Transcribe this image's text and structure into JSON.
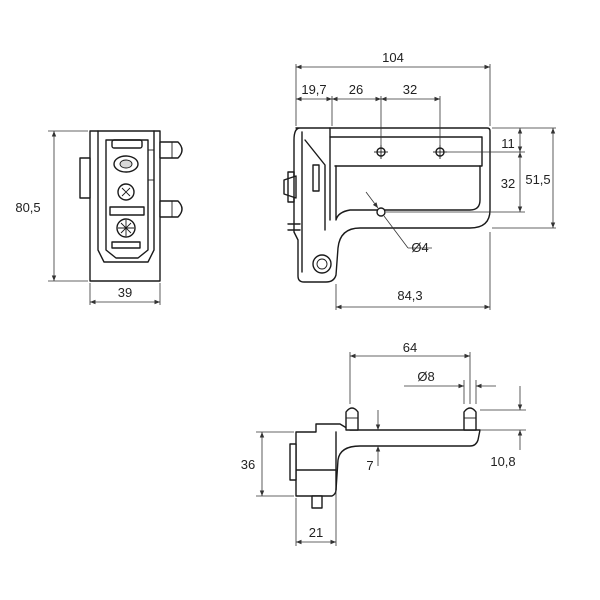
{
  "drawing": {
    "views": {
      "front": {
        "dims": {
          "height": "80,5",
          "width": "39"
        }
      },
      "side": {
        "dims": {
          "overall": "104",
          "first_offset": "19,7",
          "hole_spacing_a": "26",
          "hole_spacing_b": "32",
          "top_offset": "11",
          "vertical_spacing": "32",
          "total_height": "51,5",
          "hole_diameter": "Ø4",
          "bottom_length": "84,3"
        }
      },
      "top": {
        "dims": {
          "peg_spacing": "64",
          "peg_diameter": "Ø8",
          "height": "36",
          "step": "7",
          "peg_height": "10,8",
          "base_width": "21"
        }
      }
    },
    "colors": {
      "line": "#1a1a1a",
      "shade": "#d9d9d9",
      "background": "#ffffff"
    }
  }
}
